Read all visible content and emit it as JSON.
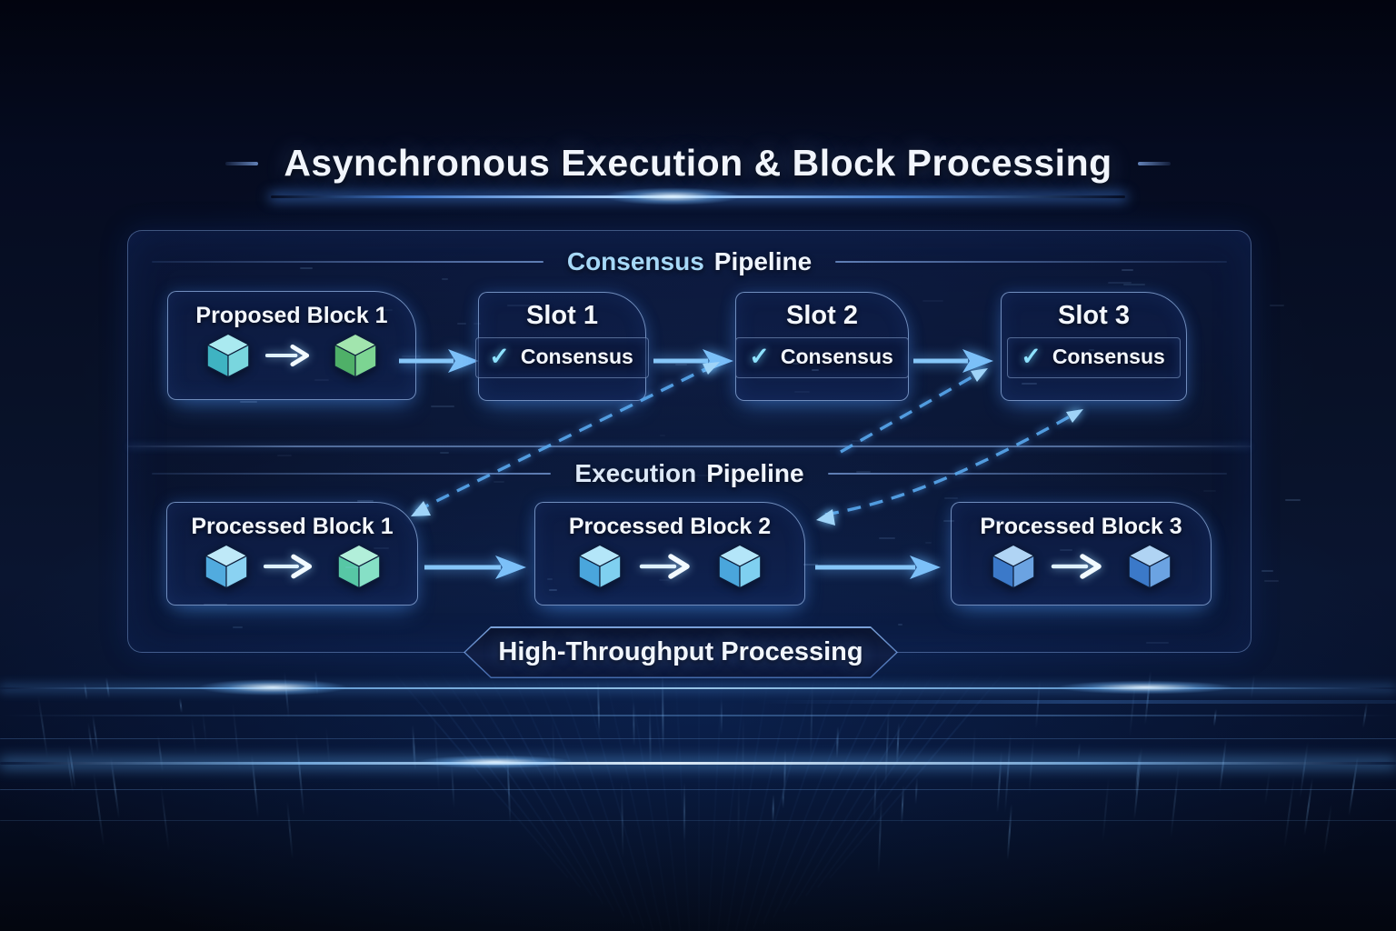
{
  "title": "Asynchronous Execution & Block Processing",
  "consensus": {
    "heading_accent": "Consensus",
    "heading_rest": "Pipeline",
    "proposed_block": {
      "label": "Proposed Block 1",
      "cubes": [
        "cyan",
        "green"
      ]
    },
    "slots": [
      {
        "title": "Slot 1",
        "check": "✓",
        "status": "Consensus"
      },
      {
        "title": "Slot 2",
        "check": "✓",
        "status": "Consensus"
      },
      {
        "title": "Slot 3",
        "check": "✓",
        "status": "Consensus"
      }
    ]
  },
  "execution": {
    "heading_accent": "Execution",
    "heading_rest": "Pipeline",
    "blocks": [
      {
        "label": "Processed Block 1",
        "cubes": [
          "sky",
          "mint"
        ]
      },
      {
        "label": "Processed Block 2",
        "cubes": [
          "lightblue",
          "lightblue"
        ]
      },
      {
        "label": "Processed Block 3",
        "cubes": [
          "blue",
          "blue"
        ]
      }
    ]
  },
  "banner": {
    "label": "High-Throughput Processing"
  },
  "colors": {
    "accent_blue": "#7cc0f8",
    "dashed_arrow": "#58a8ee",
    "check_cyan": "#8ee2ff",
    "heading_accent_blue": "#a6d8f7",
    "cube_palettes": {
      "cyan": {
        "top": "#aaeaf0",
        "left": "#3fb3c2",
        "right": "#79d6de"
      },
      "green": {
        "top": "#a2e5ae",
        "left": "#4fb068",
        "right": "#7cd492"
      },
      "sky": {
        "top": "#bfe9f8",
        "left": "#51abdf",
        "right": "#8ad2f2"
      },
      "mint": {
        "top": "#b2efda",
        "left": "#57c7a5",
        "right": "#86e0c6"
      },
      "lightblue": {
        "top": "#b4e6f9",
        "left": "#4aa6dc",
        "right": "#7fd0f0"
      },
      "blue": {
        "top": "#b0d4f4",
        "left": "#3b79c9",
        "right": "#6ba3e2"
      }
    }
  }
}
